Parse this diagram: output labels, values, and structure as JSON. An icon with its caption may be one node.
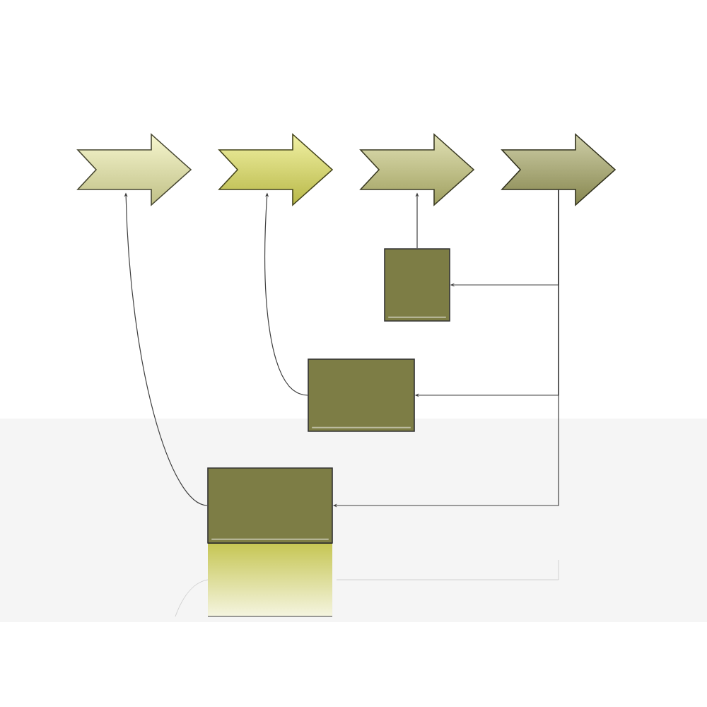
{
  "diagram": {
    "nodes": [
      {
        "text": [],
        "shape": "arrow"
      },
      {
        "text": [],
        "shape": "arrow"
      },
      {
        "text": [],
        "shape": "arrow"
      },
      {
        "text": [],
        "shape": "arrow"
      },
      {
        "text": [],
        "shape": "box"
      },
      {
        "text": [],
        "shape": "box"
      },
      {
        "text": [],
        "shape": "box"
      }
    ],
    "edges": [
      {
        "from": 3,
        "to": 4,
        "arrow": "to"
      },
      {
        "from": 3,
        "to": 5,
        "arrow": "to"
      },
      {
        "from": 3,
        "to": 6,
        "arrow": "to"
      },
      {
        "from": 4,
        "to": 2,
        "arrow": "to"
      },
      {
        "from": 5,
        "to": 1,
        "arrow": "to"
      },
      {
        "from": 6,
        "to": 0,
        "arrow": "to"
      }
    ]
  }
}
